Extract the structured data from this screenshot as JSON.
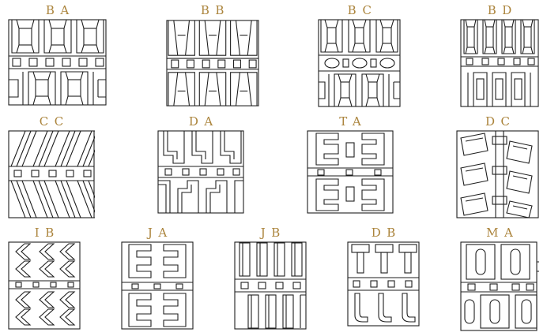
{
  "page": {
    "background": "#ffffff",
    "label_color": "#ab843c",
    "line_color": "#1e1e1e",
    "description": "Catalog sheet of rubber track tread pattern line drawings"
  },
  "rows": [
    {
      "items": [
        {
          "code": "BA"
        },
        {
          "code": "BB"
        },
        {
          "code": "BC"
        },
        {
          "code": "BD"
        }
      ]
    },
    {
      "items": [
        {
          "code": "CC"
        },
        {
          "code": "DA"
        },
        {
          "code": "TA"
        },
        {
          "code": "DC"
        }
      ]
    },
    {
      "items": [
        {
          "code": "IB"
        },
        {
          "code": "JA"
        },
        {
          "code": "JB"
        },
        {
          "code": "DB"
        },
        {
          "code": "MA"
        }
      ]
    }
  ]
}
